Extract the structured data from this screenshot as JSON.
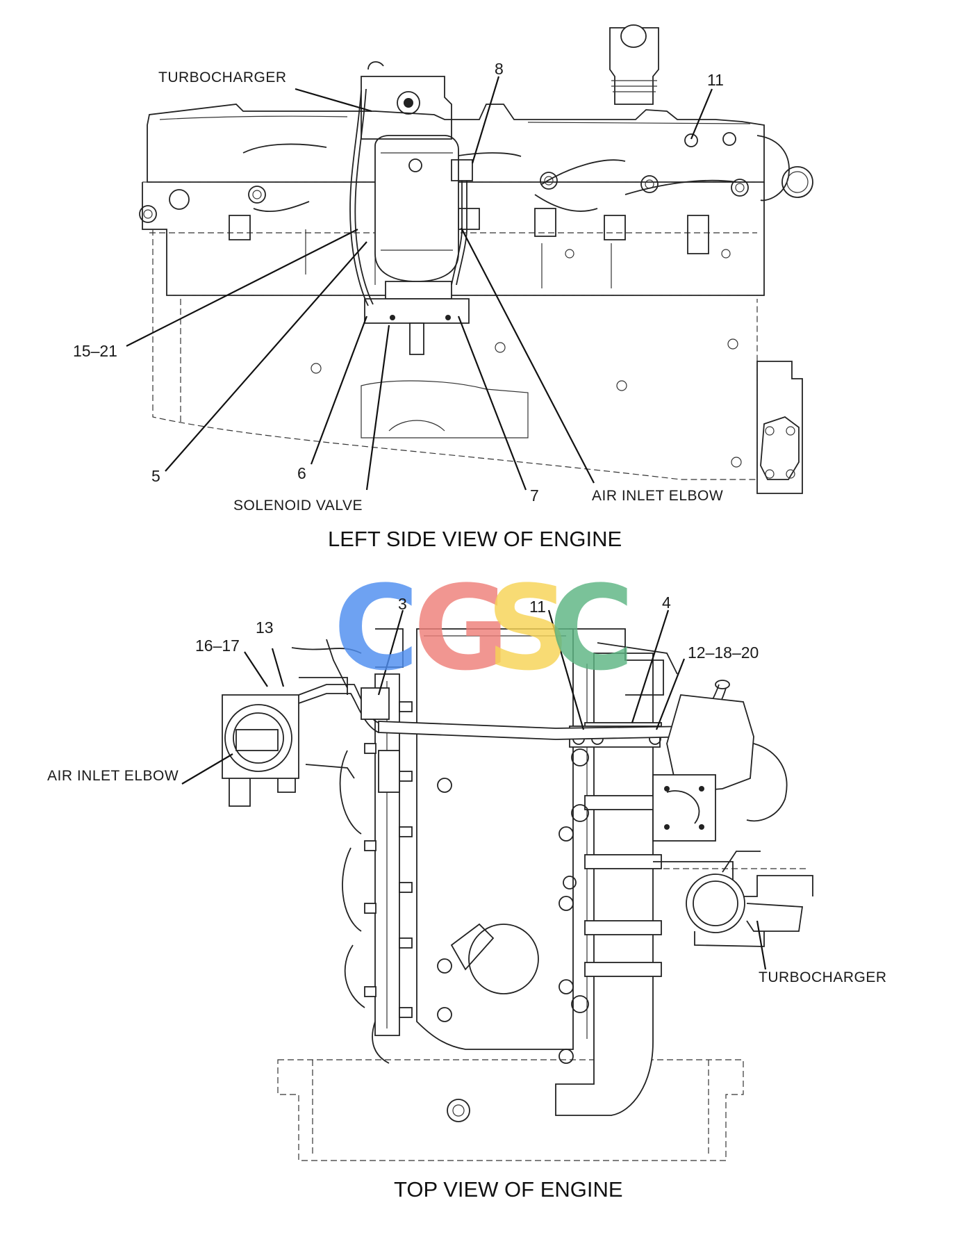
{
  "side_view": {
    "title": "LEFT SIDE VIEW OF ENGINE",
    "labels": {
      "turbocharger": "TURBOCHARGER",
      "n8": "8",
      "n11": "11",
      "n15_21": "15–21",
      "n5": "5",
      "n6": "6",
      "n7": "7",
      "solenoid_valve": "SOLENOID VALVE",
      "air_inlet_elbow": "AIR INLET ELBOW"
    }
  },
  "top_view": {
    "title": "TOP VIEW OF ENGINE",
    "labels": {
      "n3": "3",
      "n11": "11",
      "n4": "4",
      "n13": "13",
      "n16_17": "16–17",
      "n12_18_20": "12–18–20",
      "air_inlet_elbow": "AIR INLET ELBOW",
      "turbocharger": "TURBOCHARGER"
    }
  },
  "watermark": {
    "letters": [
      "C",
      "G",
      "S",
      "C"
    ],
    "colors": [
      "#4f8ef0",
      "#ef8079",
      "#f7d456",
      "#5db583"
    ]
  },
  "colors": {
    "line": "#222222",
    "paper": "#ffffff"
  }
}
